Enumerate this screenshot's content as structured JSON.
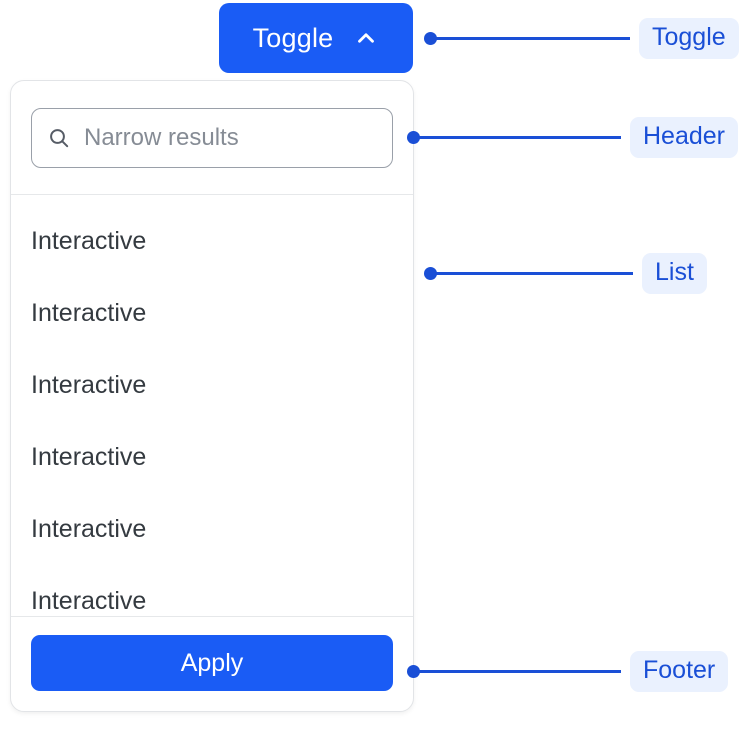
{
  "toggle": {
    "label": "Toggle",
    "icon": "chevron-up-icon",
    "background": "#1a5cf5",
    "text_color": "#ffffff"
  },
  "panel": {
    "header": {
      "search": {
        "icon": "search-icon",
        "placeholder": "Narrow results",
        "value": ""
      }
    },
    "list": {
      "items": [
        {
          "label": "Interactive"
        },
        {
          "label": "Interactive"
        },
        {
          "label": "Interactive"
        },
        {
          "label": "Interactive"
        },
        {
          "label": "Interactive"
        },
        {
          "label": "Interactive"
        }
      ]
    },
    "footer": {
      "apply_label": "Apply",
      "apply_background": "#1a5cf5",
      "apply_text_color": "#ffffff"
    }
  },
  "annotations": [
    {
      "label": "Toggle",
      "target": "toggle-button"
    },
    {
      "label": "Header",
      "target": "panel-header"
    },
    {
      "label": "List",
      "target": "panel-list"
    },
    {
      "label": "Footer",
      "target": "panel-footer"
    }
  ],
  "colors": {
    "accent": "#1a5cf5",
    "annotation_line": "#1a4fd6",
    "annotation_chip_bg": "#eaf1fe",
    "annotation_chip_text": "#1a4fd6",
    "panel_border": "#e2e4e7",
    "divider": "#e6e8ea",
    "list_text": "#343a40",
    "placeholder_text": "#868c95",
    "page_background": "#ffffff"
  }
}
